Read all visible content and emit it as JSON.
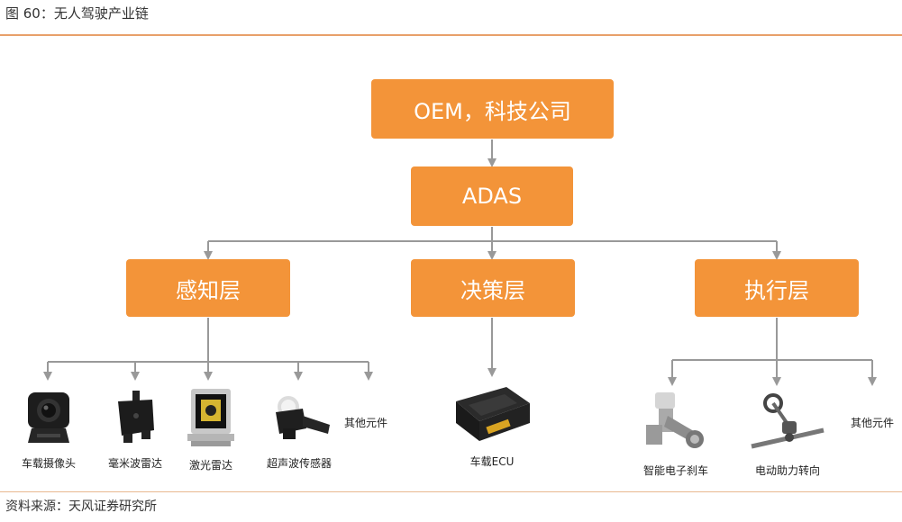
{
  "figure": {
    "title": "图 60：无人驾驶产业链",
    "source": "资料来源：天风证券研究所"
  },
  "nodes": {
    "top": "OEM，科技公司",
    "adas": "ADAS",
    "perception": "感知层",
    "decision": "决策层",
    "execution": "执行层"
  },
  "perception_items": [
    {
      "label": "车载摄像头",
      "icon": "camera-icon"
    },
    {
      "label": "毫米波雷达",
      "icon": "mmwave-radar-icon"
    },
    {
      "label": "激光雷达",
      "icon": "lidar-icon"
    },
    {
      "label": "超声波传感器",
      "icon": "ultrasonic-sensor-icon"
    },
    {
      "label": "其他元件"
    }
  ],
  "decision_items": [
    {
      "label": "车载ECU",
      "icon": "ecu-icon"
    }
  ],
  "execution_items": [
    {
      "label": "智能电子刹车",
      "icon": "brake-icon"
    },
    {
      "label": "电动助力转向",
      "icon": "steering-icon"
    },
    {
      "label": "其他元件"
    }
  ],
  "colors": {
    "box": "#f39439",
    "line": "#999999",
    "rule": "#e8a06a"
  }
}
